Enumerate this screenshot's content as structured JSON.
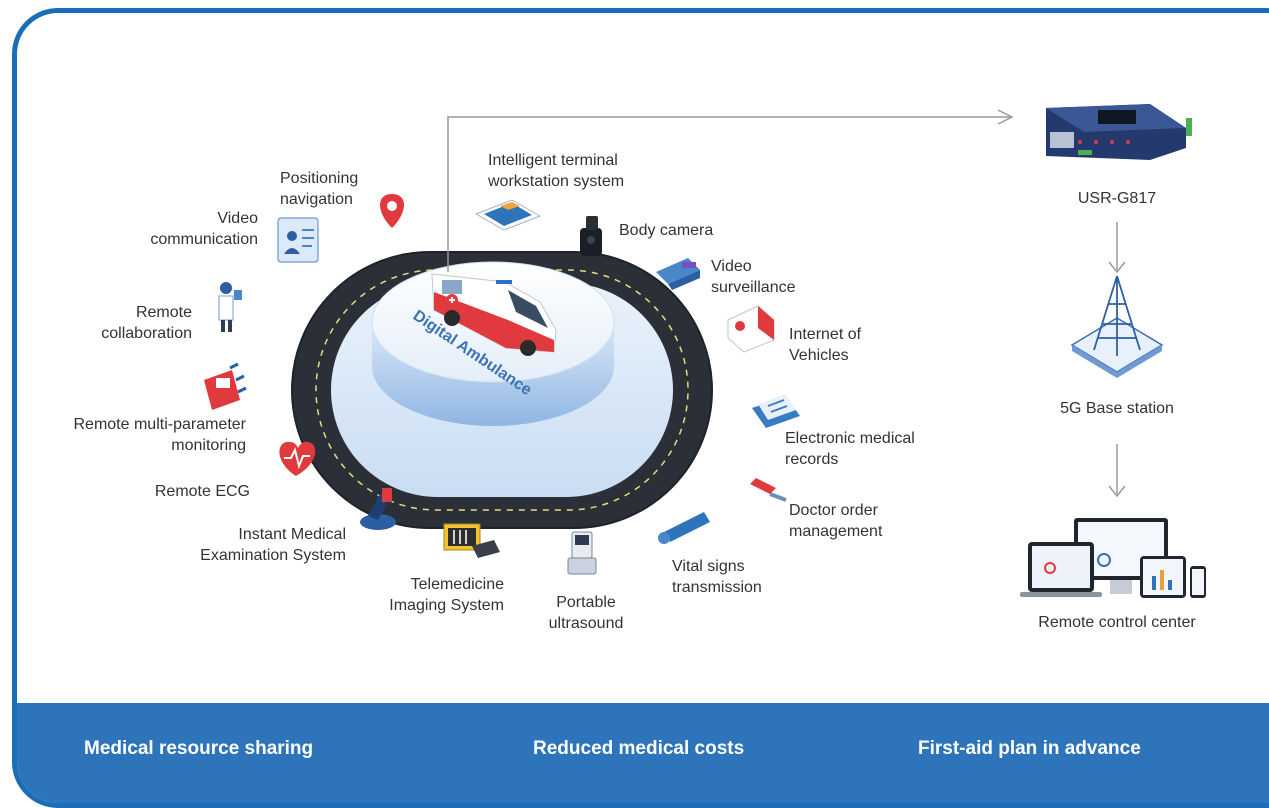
{
  "features": {
    "video_communication": [
      "Video",
      "communication"
    ],
    "positioning_navigation": [
      "Positioning",
      "navigation"
    ],
    "remote_collaboration": [
      "Remote",
      "collaboration"
    ],
    "remote_monitoring": [
      "Remote multi-parameter",
      "monitoring"
    ],
    "remote_ecg": [
      "Remote ECG"
    ],
    "instant_exam": [
      "Instant Medical",
      "Examination System"
    ],
    "telemedicine_imaging": [
      "Telemedicine",
      "Imaging System"
    ],
    "portable_ultrasound": [
      "Portable",
      "ultrasound"
    ],
    "vital_signs": [
      "Vital signs",
      "transmission"
    ],
    "doctor_order": [
      "Doctor order",
      "management"
    ],
    "electronic_records": [
      "Electronic medical",
      "records"
    ],
    "internet_vehicles": [
      "Internet of",
      "Vehicles"
    ],
    "video_surveillance": [
      "Video",
      "surveillance"
    ],
    "body_camera": [
      "Body camera"
    ],
    "intelligent_terminal": [
      "Intelligent terminal",
      "workstation system"
    ]
  },
  "platform_label": "Digital Ambulance",
  "chain": {
    "device": "USR-G817",
    "base_station": "5G Base station",
    "control_center": "Remote control center"
  },
  "benefits": {
    "resource_sharing": "Medical resource sharing",
    "reduced_costs": "Reduced medical costs",
    "first_aid": "First-aid plan in advance"
  },
  "colors": {
    "brand_blue": "#2d74bb",
    "frame_blue": "#1a6db8",
    "icon_red": "#e03a3e",
    "arrow_gray": "#9a9a9a"
  }
}
